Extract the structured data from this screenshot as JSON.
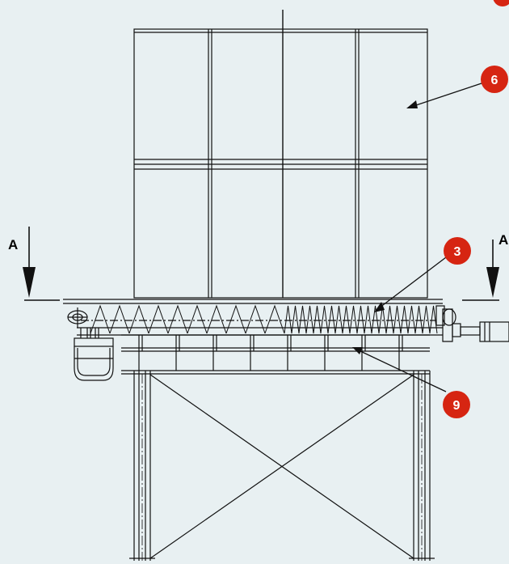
{
  "colors": {
    "background": "#e8f0f2",
    "line": "#111111",
    "callout": "#d62512"
  },
  "callouts": {
    "c6": "6",
    "c3": "3",
    "c9": "9"
  },
  "section_marks": {
    "left": "A",
    "right": "A"
  }
}
